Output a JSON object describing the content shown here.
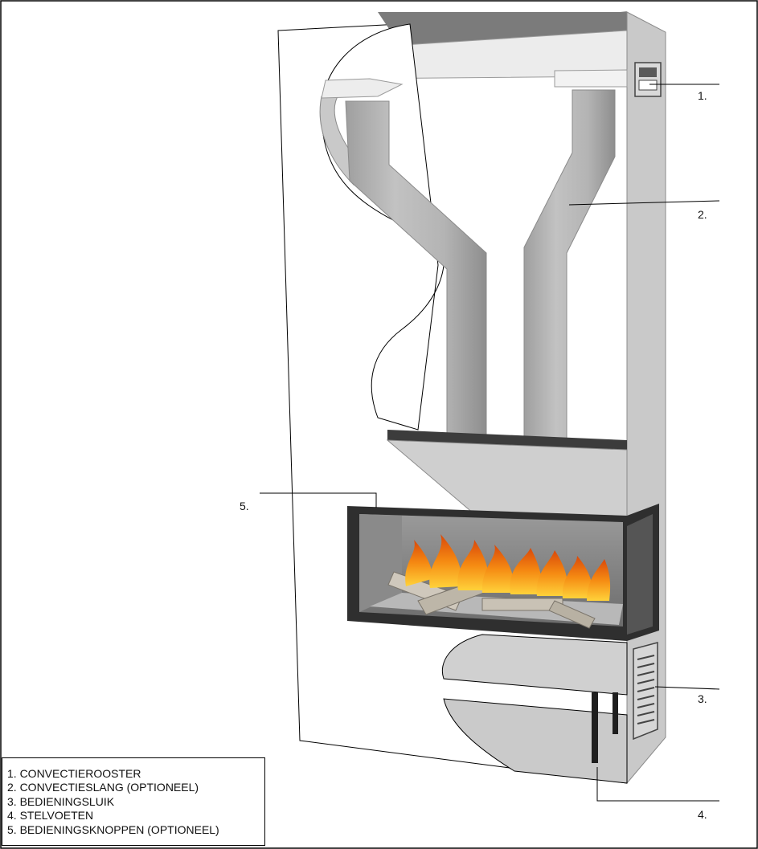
{
  "callouts": [
    {
      "number": "1.",
      "legend_text": "1. CONVECTIEROOSTER"
    },
    {
      "number": "2.",
      "legend_text": "2. CONVECTIESLANG (OPTIONEEL)"
    },
    {
      "number": "3.",
      "legend_text": "3. BEDIENINGSLUIK"
    },
    {
      "number": "4.",
      "legend_text": "4. STELVOETEN"
    },
    {
      "number": "5.",
      "legend_text": "5. BEDIENINGSKNOPPEN (OPTIONEEL)"
    }
  ],
  "colors": {
    "wall_side": "#c9c9c9",
    "wall_dark": "#7b7b7b",
    "hose": "#b3b3b3",
    "firebox_frame": "#3a3a3a",
    "flame": "#f07a10"
  }
}
